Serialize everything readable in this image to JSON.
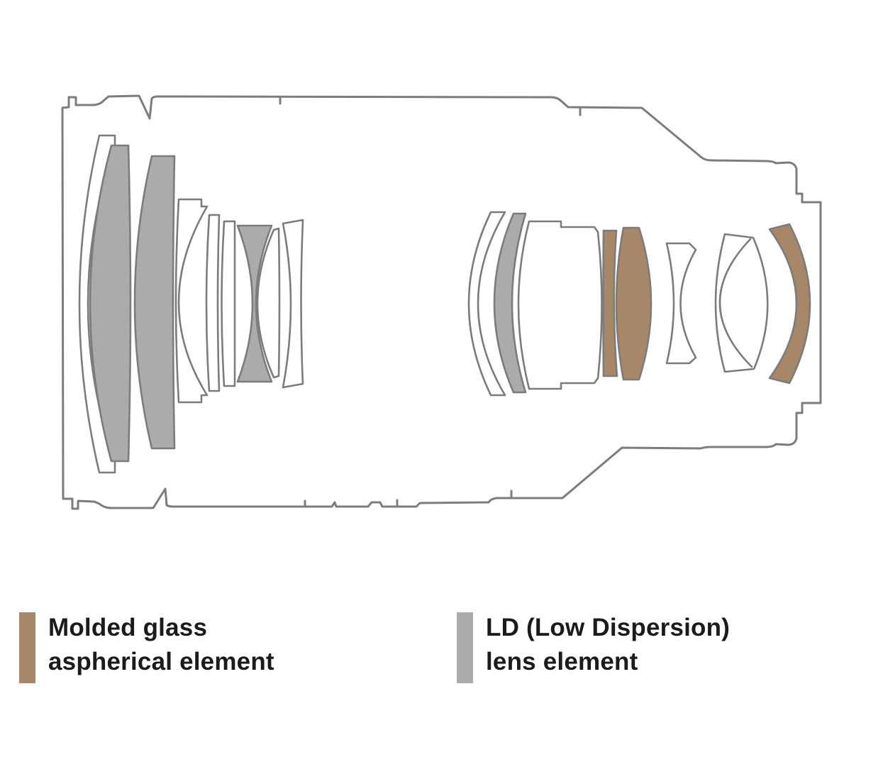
{
  "colors": {
    "asph_brown": "#a88668",
    "ld_gray": "#ababab",
    "outline_gray": "#7c7c7c",
    "text_black": "#1b1b1b"
  },
  "diagram": {
    "type": "lens-construction-cross-section",
    "description": "Optical cross-section of a zoom lens barrel showing element groups",
    "front_group_element_count": 9,
    "middle_group_element_count": 5,
    "rear_group_element_count": 4,
    "ld_element_count": 4,
    "aspherical_element_count": 3
  },
  "legend": {
    "items": [
      {
        "id": "molded-glass-aspherical",
        "swatch_color": "#a88668",
        "line1": "Molded glass",
        "line2": "aspherical element"
      },
      {
        "id": "ld-low-dispersion",
        "swatch_color": "#ababab",
        "line1": "LD (Low Dispersion)",
        "line2": "lens element"
      }
    ]
  }
}
